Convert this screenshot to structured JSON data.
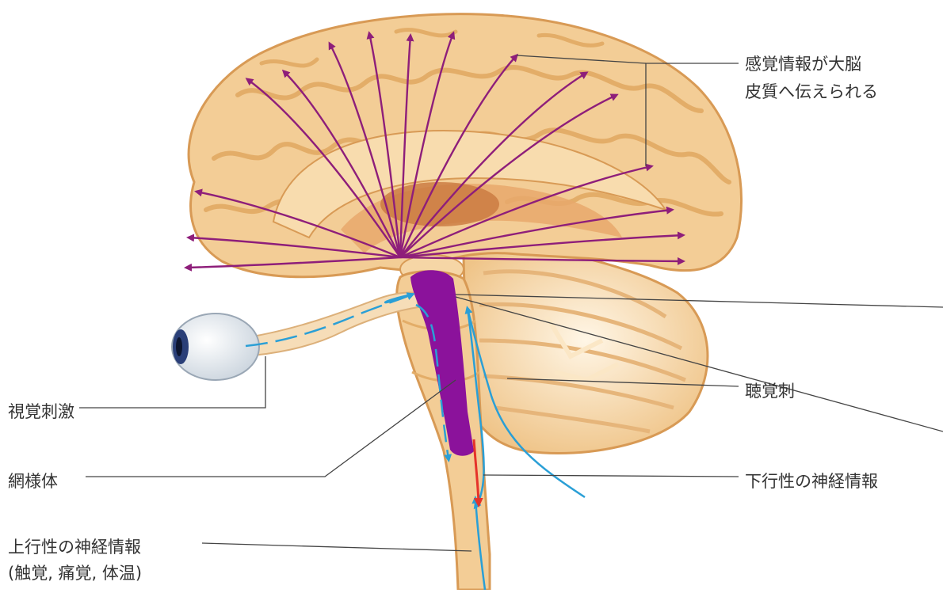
{
  "labels": {
    "sensory_to_cortex_line1": "感覚情報が大脳",
    "sensory_to_cortex_line2": "皮質へ伝えられる",
    "auditory_stimulus": "聴覚刺",
    "visual_stimulus": "視覚刺激",
    "reticular_formation": "網様体",
    "descending_info": "下行性の神経情報",
    "ascending_info": "上行性の神経情報",
    "ascending_examples": "(触覚, 痛覚, 体温)"
  },
  "colors": {
    "background": "#ffffff",
    "brain_fill": "#f3cd96",
    "brain_fold": "#e3ad68",
    "brain_outline": "#d89a55",
    "reticular_formation": "#8b129b",
    "projection_arrows": "#8e1e7a",
    "ascending_path": "#2a9fd6",
    "descending_path": "#e5332a",
    "leader_lines": "#444444",
    "eye_iris": "#2a3f78"
  },
  "icons": [
    "eye-icon",
    "brain-icon"
  ]
}
